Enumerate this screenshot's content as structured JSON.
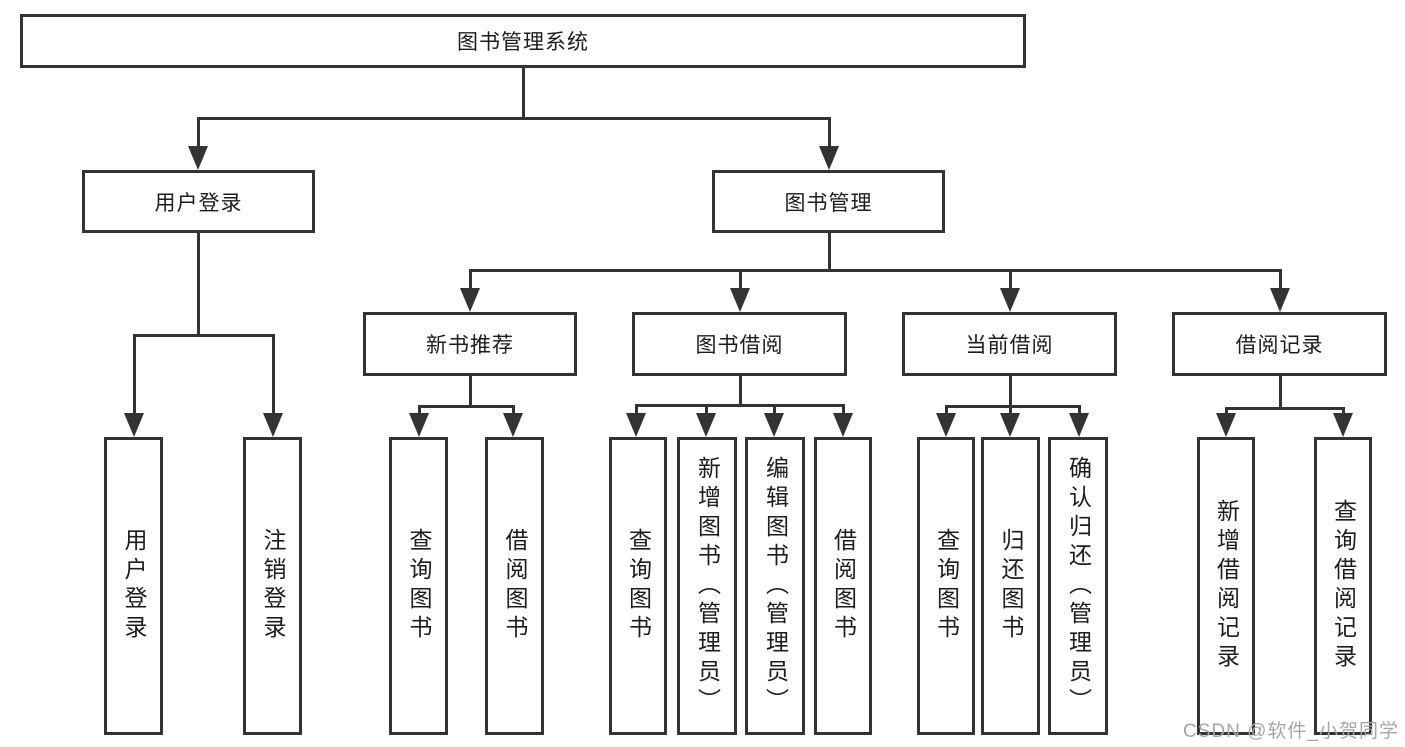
{
  "diagram": {
    "root": {
      "label": "图书管理系统"
    },
    "level2": [
      {
        "label": "用户登录"
      },
      {
        "label": "图书管理"
      }
    ],
    "level3": [
      {
        "label": "新书推荐"
      },
      {
        "label": "图书借阅"
      },
      {
        "label": "当前借阅"
      },
      {
        "label": "借阅记录"
      }
    ],
    "leaves": [
      {
        "label": "用户登录"
      },
      {
        "label": "注销登录"
      },
      {
        "label": "查询图书"
      },
      {
        "label": "借阅图书"
      },
      {
        "label": "查询图书"
      },
      {
        "label": "新增图书（管理员）"
      },
      {
        "label": "编辑图书（管理员）"
      },
      {
        "label": "借阅图书"
      },
      {
        "label": "查询图书"
      },
      {
        "label": "归还图书"
      },
      {
        "label": "确认归还（管理员）"
      },
      {
        "label": "新增借阅记录"
      },
      {
        "label": "查询借阅记录"
      }
    ]
  },
  "watermark": {
    "text": "CSDN @软件_小贺同学"
  },
  "colors": {
    "line": "#333333",
    "text": "#1c1c1c",
    "background": "#ffffff",
    "watermark": "#a6a6a6"
  }
}
